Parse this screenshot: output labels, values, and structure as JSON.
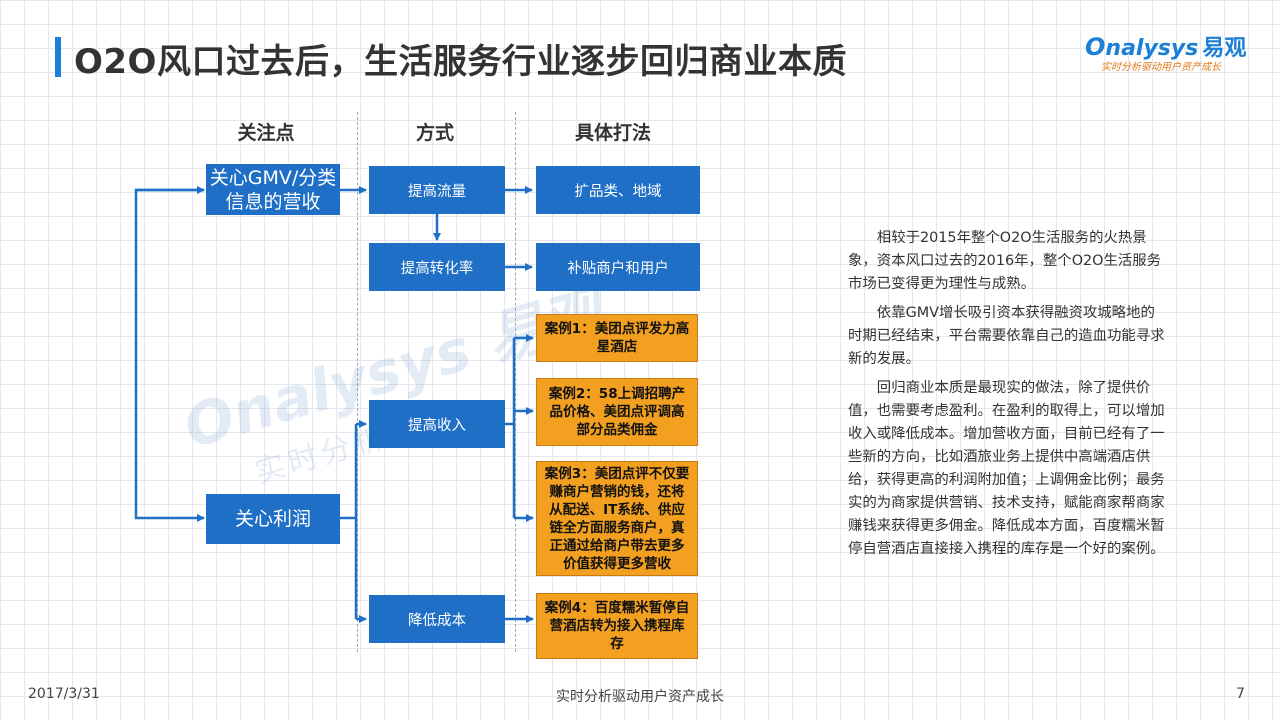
{
  "title": "O2O风口过去后，生活服务行业逐步回归商业本质",
  "logo": {
    "o": "O",
    "text": "nalysys",
    "cn": "易观",
    "tagline": "实时分析驱动用户资产成长"
  },
  "watermark": {
    "main": "Onalysys 易观",
    "sub": "实时分析驱动"
  },
  "columns": {
    "focus": "关注点",
    "method": "方式",
    "tactics": "具体打法"
  },
  "focus": {
    "gmv": "关心GMV/分类信息的营收",
    "profit": "关心利润"
  },
  "methods": {
    "traffic": "提高流量",
    "conversion": "提高转化率",
    "revenue": "提高收入",
    "cost": "降低成本"
  },
  "tactics": {
    "expand": "扩品类、地域",
    "subsidy": "补贴商户和用户"
  },
  "cases": {
    "case1": "案例1：美团点评发力高星酒店",
    "case2": "案例2：58上调招聘产品价格、美团点评调高部分品类佣金",
    "case3": "案例3：美团点评不仅要赚商户营销的钱，还将从配送、IT系统、供应链全方面服务商户，真正通过给商户带去更多价值获得更多营收",
    "case4": "案例4：百度糯米暂停自营酒店转为接入携程库存"
  },
  "side_text": {
    "p1": "相较于2015年整个O2O生活服务的火热景象，资本风口过去的2016年，整个O2O生活服务市场已变得更为理性与成熟。",
    "p2": "依靠GMV增长吸引资本获得融资攻城略地的时期已经结束，平台需要依靠自己的造血功能寻求新的发展。",
    "p3": "回归商业本质是最现实的做法，除了提供价值，也需要考虑盈利。在盈利的取得上，可以增加收入或降低成本。增加营收方面，目前已经有了一些新的方向，比如酒旅业务上提供中高端酒店供给，获得更高的利润附加值；上调佣金比例；最务实的为商家提供营销、技术支持，赋能商家帮商家赚钱来获得更多佣金。降低成本方面，百度糯米暂停自营酒店直接接入携程的库存是一个好的案例。"
  },
  "footer": {
    "date": "2017/3/31",
    "tagline": "实时分析驱动用户资产成长",
    "page": "7"
  },
  "colors": {
    "accent": "#1f6fc6",
    "case": "#f3a021",
    "tagline": "#e07b1a"
  }
}
